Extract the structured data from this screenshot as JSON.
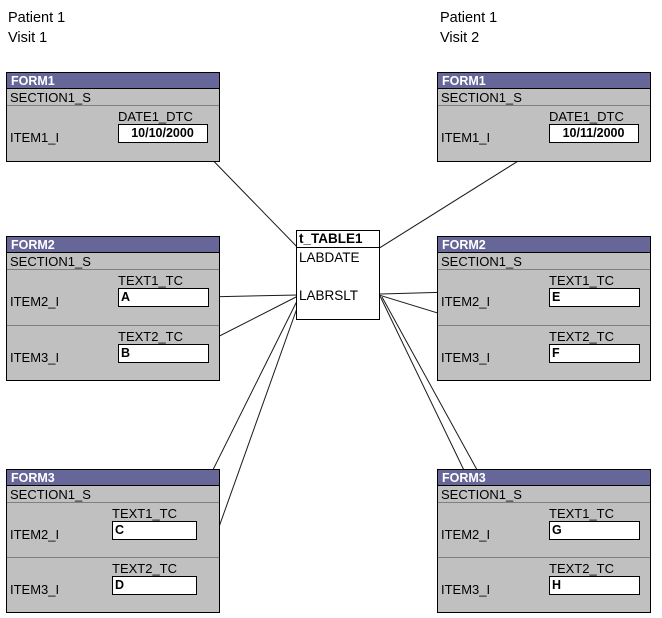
{
  "diagram": {
    "title": "CRF form to lab table mapping diagram",
    "colors": {
      "form_header": "#666699",
      "form_body": "#c0c0c0",
      "field_background": "#ffffff",
      "line": "#000000",
      "text": "#000000"
    },
    "captions": [
      {
        "id": "caption-left",
        "line1": "Patient 1",
        "line2": "Visit 1"
      },
      {
        "id": "caption-right",
        "line1": "Patient 1",
        "line2": "Visit 2"
      }
    ],
    "center_table": {
      "title": "t_TABLE1",
      "fields": [
        "LABDATE",
        "LABRSLT"
      ]
    },
    "forms": [
      {
        "id": "form1-left",
        "header": "FORM1",
        "section": "SECTION1_S",
        "rows": [
          {
            "item": "ITEM1_I",
            "field_label": "DATE1_DTC",
            "value": "10/10/2000"
          }
        ]
      },
      {
        "id": "form1-right",
        "header": "FORM1",
        "section": "SECTION1_S",
        "rows": [
          {
            "item": "ITEM1_I",
            "field_label": "DATE1_DTC",
            "value": "10/11/2000"
          }
        ]
      },
      {
        "id": "form2-left",
        "header": "FORM2",
        "section": "SECTION1_S",
        "rows": [
          {
            "item": "ITEM2_I",
            "field_label": "TEXT1_TC",
            "value": "A"
          },
          {
            "item": "ITEM3_I",
            "field_label": "TEXT2_TC",
            "value": "B"
          }
        ]
      },
      {
        "id": "form2-right",
        "header": "FORM2",
        "section": "SECTION1_S",
        "rows": [
          {
            "item": "ITEM2_I",
            "field_label": "TEXT1_TC",
            "value": "E"
          },
          {
            "item": "ITEM3_I",
            "field_label": "TEXT2_TC",
            "value": "F"
          }
        ]
      },
      {
        "id": "form3-left",
        "header": "FORM3",
        "section": "SECTION1_S",
        "rows": [
          {
            "item": "ITEM2_I",
            "field_label": "TEXT1_TC",
            "value": "C"
          },
          {
            "item": "ITEM3_I",
            "field_label": "TEXT2_TC",
            "value": "D"
          }
        ]
      },
      {
        "id": "form3-right",
        "header": "FORM3",
        "section": "SECTION1_S",
        "rows": [
          {
            "item": "ITEM2_I",
            "field_label": "TEXT1_TC",
            "value": "G"
          },
          {
            "item": "ITEM3_I",
            "field_label": "TEXT2_TC",
            "value": "H"
          }
        ]
      }
    ],
    "connections": [
      {
        "from": "form1-left.DATE1_DTC",
        "to": "t_TABLE1.LABDATE"
      },
      {
        "from": "form1-right.DATE1_DTC",
        "to": "t_TABLE1.LABDATE"
      },
      {
        "from": "form2-left.TEXT1_TC",
        "to": "t_TABLE1.LABRSLT"
      },
      {
        "from": "form2-left.TEXT2_TC",
        "to": "t_TABLE1.LABRSLT"
      },
      {
        "from": "form3-left.TEXT1_TC",
        "to": "t_TABLE1.LABRSLT"
      },
      {
        "from": "form3-left.TEXT2_TC",
        "to": "t_TABLE1.LABRSLT"
      },
      {
        "from": "form2-right.TEXT1_TC",
        "to": "t_TABLE1.LABRSLT"
      },
      {
        "from": "form2-right.TEXT2_TC",
        "to": "t_TABLE1.LABRSLT"
      },
      {
        "from": "form3-right.TEXT1_TC",
        "to": "t_TABLE1.LABRSLT"
      },
      {
        "from": "form3-right.TEXT2_TC",
        "to": "t_TABLE1.LABRSLT"
      }
    ]
  }
}
